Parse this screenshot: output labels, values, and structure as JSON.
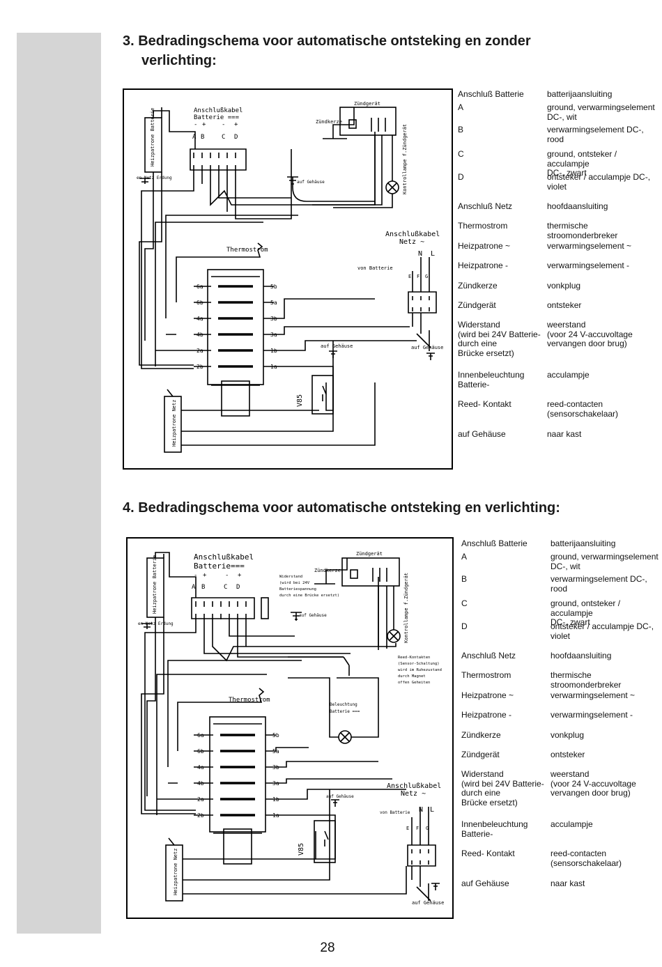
{
  "section3": {
    "title_line1": "3. Bedradingschema voor automatische ontsteking en zonder",
    "title_line2": "verlichting:"
  },
  "section4": {
    "title": "4. Bedradingschema voor automatische ontsteking en verlichting:"
  },
  "diagram3": {
    "anschlusskabel_batterie": "Anschlußkabel\nBatterie",
    "zuendgeraet": "Zündgerät",
    "zuendkerze": "Zündkerze",
    "kontrolllampe": "Kontrollampe f.Zündgerät",
    "heizpatrone_batterie": "Heizpatrone Batterie",
    "en_netz_erdung": "en Netz Erdung",
    "auf_gehaeuse": "auf Gehäuse",
    "anschlusskabel_netz": "Anschlußkabel\nNetz",
    "thermostrom": "Thermostrom",
    "von_batterie": "von Batterie",
    "heizpatrone_netz": "Heizpatrone Netz",
    "v85": "V85",
    "letters": [
      "A",
      "B",
      "C",
      "D"
    ],
    "signs": [
      "-",
      "+",
      "-",
      "+"
    ],
    "netz_letters": [
      "N",
      "L"
    ],
    "efg": [
      "E",
      "F",
      "G"
    ],
    "left_terminals": [
      "6a",
      "6b",
      "4a",
      "4b",
      "2a",
      "2b"
    ],
    "right_terminals": [
      "5b",
      "5a",
      "3b",
      "3a",
      "1b",
      "1a"
    ]
  },
  "diagram4": {
    "anschlusskabel_batterie": "Anschlußkabel\nBatterie",
    "zuendgeraet": "Zündgerät",
    "zuendkerze": "Zündkerze",
    "widerstand_note": "Widerstand\n(wird bei 24V\nBatteriespannung\ndurch eine Brücke ersetzt)",
    "reed_note": "Reed-Kontakten\n(Sensor-Schaltung)\nwird im Ruhezustand\ndurch Magnet\noffen Geheiten",
    "beleuchtung": "Beleuchtung\nBatterie",
    "kontrolllampe": "Kontrollampe f.Zündgerät",
    "heizpatrone_batterie": "Heizpatrone Batterie",
    "en_netz_erdung": "en Netz Erdung",
    "auf_gehaeuse": "auf Gehäuse",
    "anschlusskabel_netz": "Anschlußkabel\nNetz",
    "thermostrom": "Thermostrom",
    "von_batterie": "von Batterie",
    "heizpatrone_netz": "Heizpatrone Netz",
    "v85": "V85",
    "letters": [
      "A",
      "B",
      "C",
      "D"
    ],
    "signs": [
      "-",
      "+",
      "-",
      "+"
    ],
    "netz_letters": [
      "N",
      "L"
    ],
    "efg": [
      "E",
      "F",
      "G"
    ],
    "left_terminals": [
      "6a",
      "6b",
      "4a",
      "4b",
      "2a",
      "2b"
    ],
    "right_terminals": [
      "5b",
      "5a",
      "3b",
      "3a",
      "1b",
      "1a"
    ]
  },
  "legend": [
    {
      "key": "Anschluß Batterie",
      "value": "batterijaansluiting"
    },
    {
      "key": "A",
      "value": "ground, verwarmingselement\nDC-, wit"
    },
    {
      "key": "B",
      "value": "verwarmingselement DC-,\nrood"
    },
    {
      "key": "C",
      "value": "ground, ontsteker / acculampje\nDC-, zwart"
    },
    {
      "key": "D",
      "value": "ontsteker / acculampje DC-,\nviolet"
    },
    {
      "key": "Anschluß Netz",
      "value": "hoofdaansluiting"
    },
    {
      "key": "Thermostrom",
      "value": "thermische stroomonderbreker"
    },
    {
      "key": "Heizpatrone ~",
      "value": "verwarmingselement ~"
    },
    {
      "key": "Heizpatrone -",
      "value": "verwarmingselement -"
    },
    {
      "key": "Zündkerze",
      "value": "vonkplug"
    },
    {
      "key": "Zündgerät",
      "value": "ontsteker"
    },
    {
      "key": "Widerstand\n(wird bei 24V Batterie-\ndurch eine\nBrücke ersetzt)",
      "value": "weerstand\n(voor 24 V-accuvoltage\nvervangen door brug)"
    },
    {
      "key": "Innenbeleuchtung\nBatterie-",
      "value": "acculampje"
    },
    {
      "key": "Reed- Kontakt",
      "value": "reed-contacten\n(sensorschakelaar)"
    },
    {
      "key": "auf Gehäuse",
      "value": "naar kast"
    }
  ],
  "page_number": "28"
}
